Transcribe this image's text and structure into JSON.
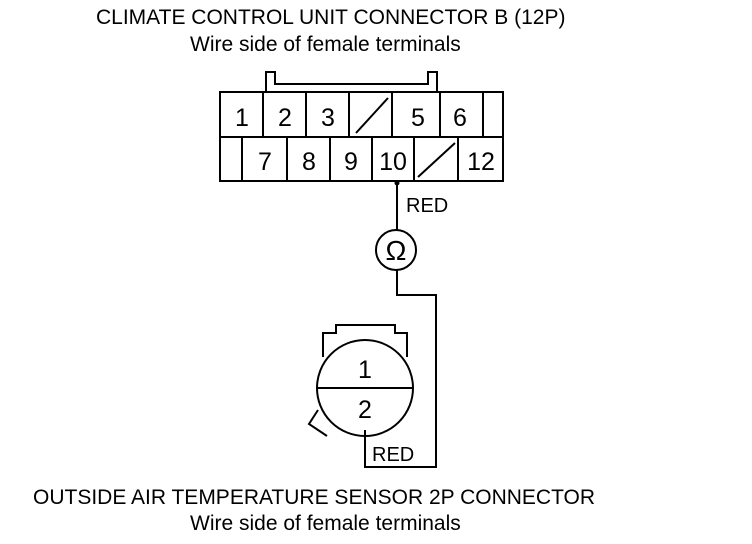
{
  "connector_b": {
    "title": "CLIMATE CONTROL UNIT CONNECTOR B (12P)",
    "subtitle": "Wire side of female terminals",
    "terminals": [
      "1",
      "2",
      "3",
      "5",
      "6",
      "7",
      "8",
      "9",
      "10",
      "12"
    ]
  },
  "wire_labels": [
    "RED",
    "RED"
  ],
  "meter_symbol": "Ω",
  "sensor_connector": {
    "title": "OUTSIDE AIR TEMPERATURE SENSOR 2P CONNECTOR",
    "subtitle": "Wire side of female terminals",
    "terminals": [
      "1",
      "2"
    ]
  }
}
